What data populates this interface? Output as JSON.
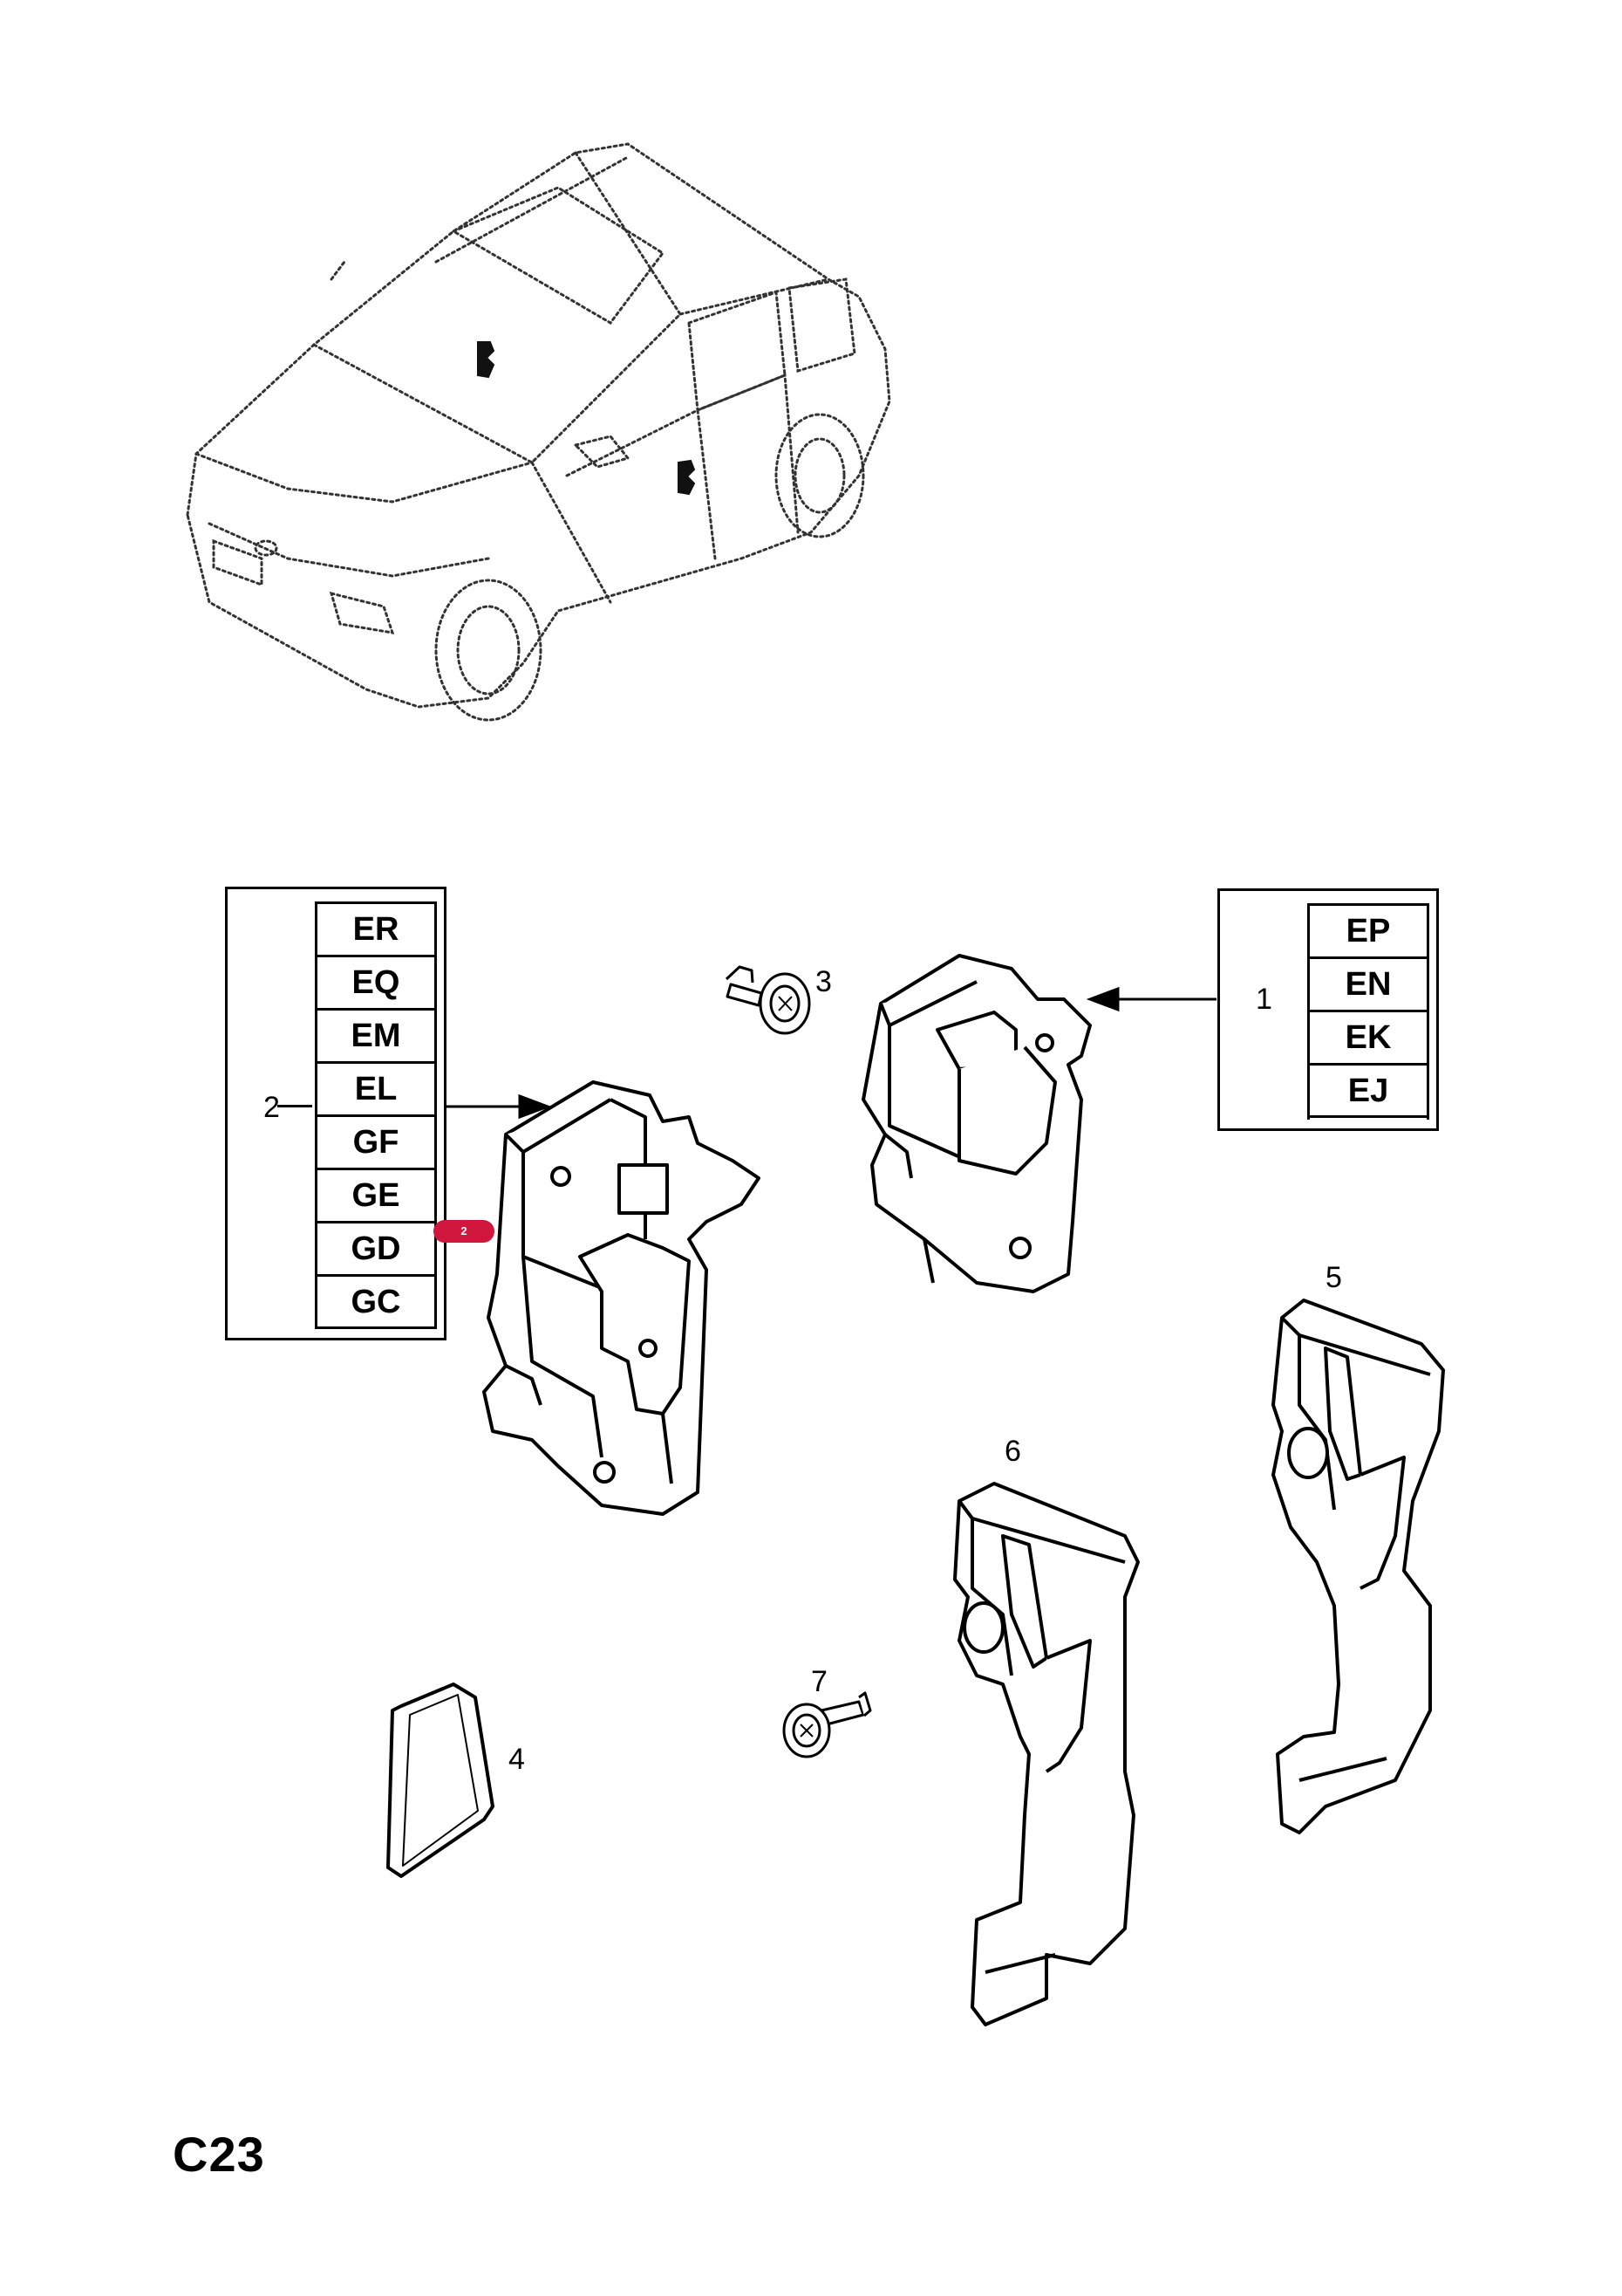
{
  "left_table": {
    "callout": "2",
    "codes": [
      "ER",
      "EQ",
      "EM",
      "EL",
      "GF",
      "GE",
      "GD",
      "GC"
    ]
  },
  "right_table": {
    "callout": "1",
    "codes": [
      "EP",
      "EN",
      "EK",
      "EJ"
    ]
  },
  "callouts": {
    "screw_top": "3",
    "cover_cap": "4",
    "bracket_right": "5",
    "bracket_middle": "6",
    "screw_bottom": "7"
  },
  "highlight": {
    "badge": "2",
    "color": "#d0163c"
  },
  "page_code": "C23"
}
